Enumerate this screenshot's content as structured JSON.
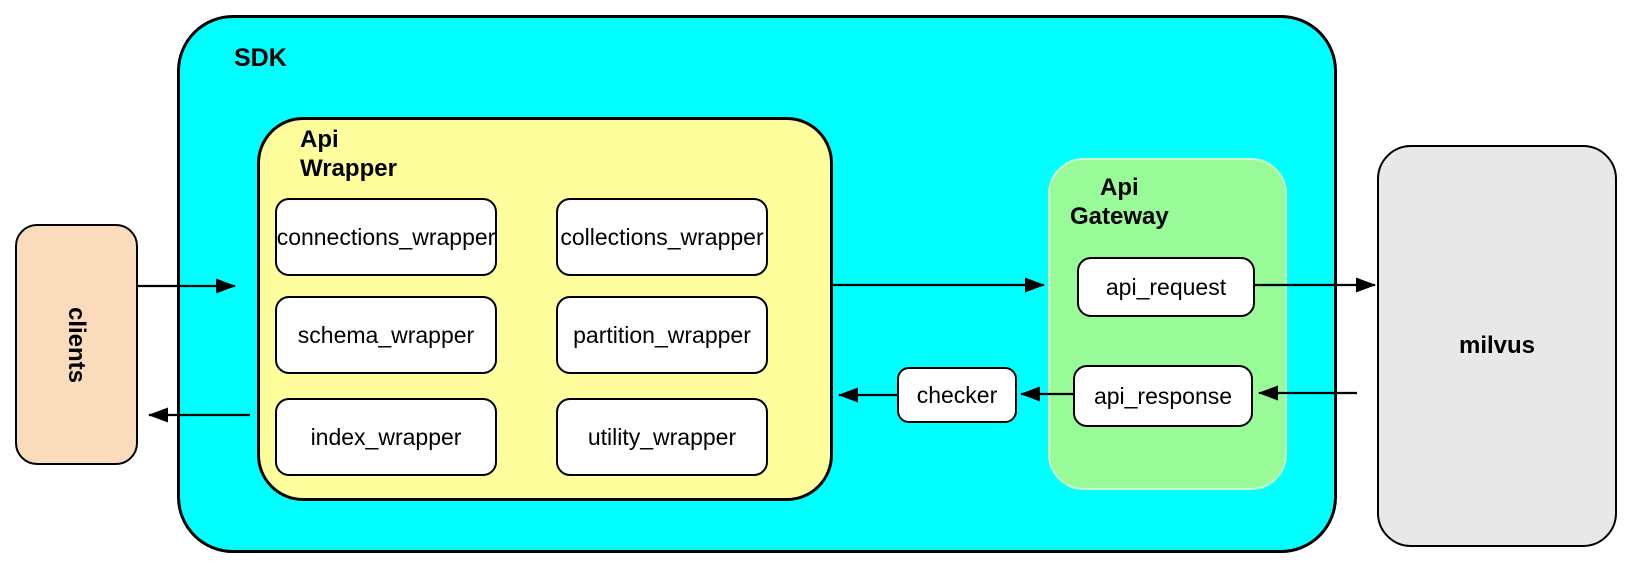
{
  "diagram": {
    "clients": {
      "label": "clients"
    },
    "sdk": {
      "label": "SDK"
    },
    "api_wrapper": {
      "label_line1": "Api",
      "label_line2": "Wrapper",
      "nodes": [
        "connections_wrapper",
        "collections_wrapper",
        "schema_wrapper",
        "partition_wrapper",
        "index_wrapper",
        "utility_wrapper"
      ]
    },
    "checker": {
      "label": "checker"
    },
    "api_gateway": {
      "label_line1": "Api",
      "label_line2": "Gateway",
      "request_label": "api_request",
      "response_label": "api_response"
    },
    "milvus": {
      "label": "milvus"
    },
    "colors": {
      "sdk_fill": "#00ffff",
      "api_wrapper_fill": "#feff9c",
      "api_gateway_fill": "#98fb98",
      "clients_fill": "#fadcbc",
      "milvus_fill": "#e8e8e8",
      "node_fill": "#ffffff",
      "stroke": "#000000"
    }
  }
}
